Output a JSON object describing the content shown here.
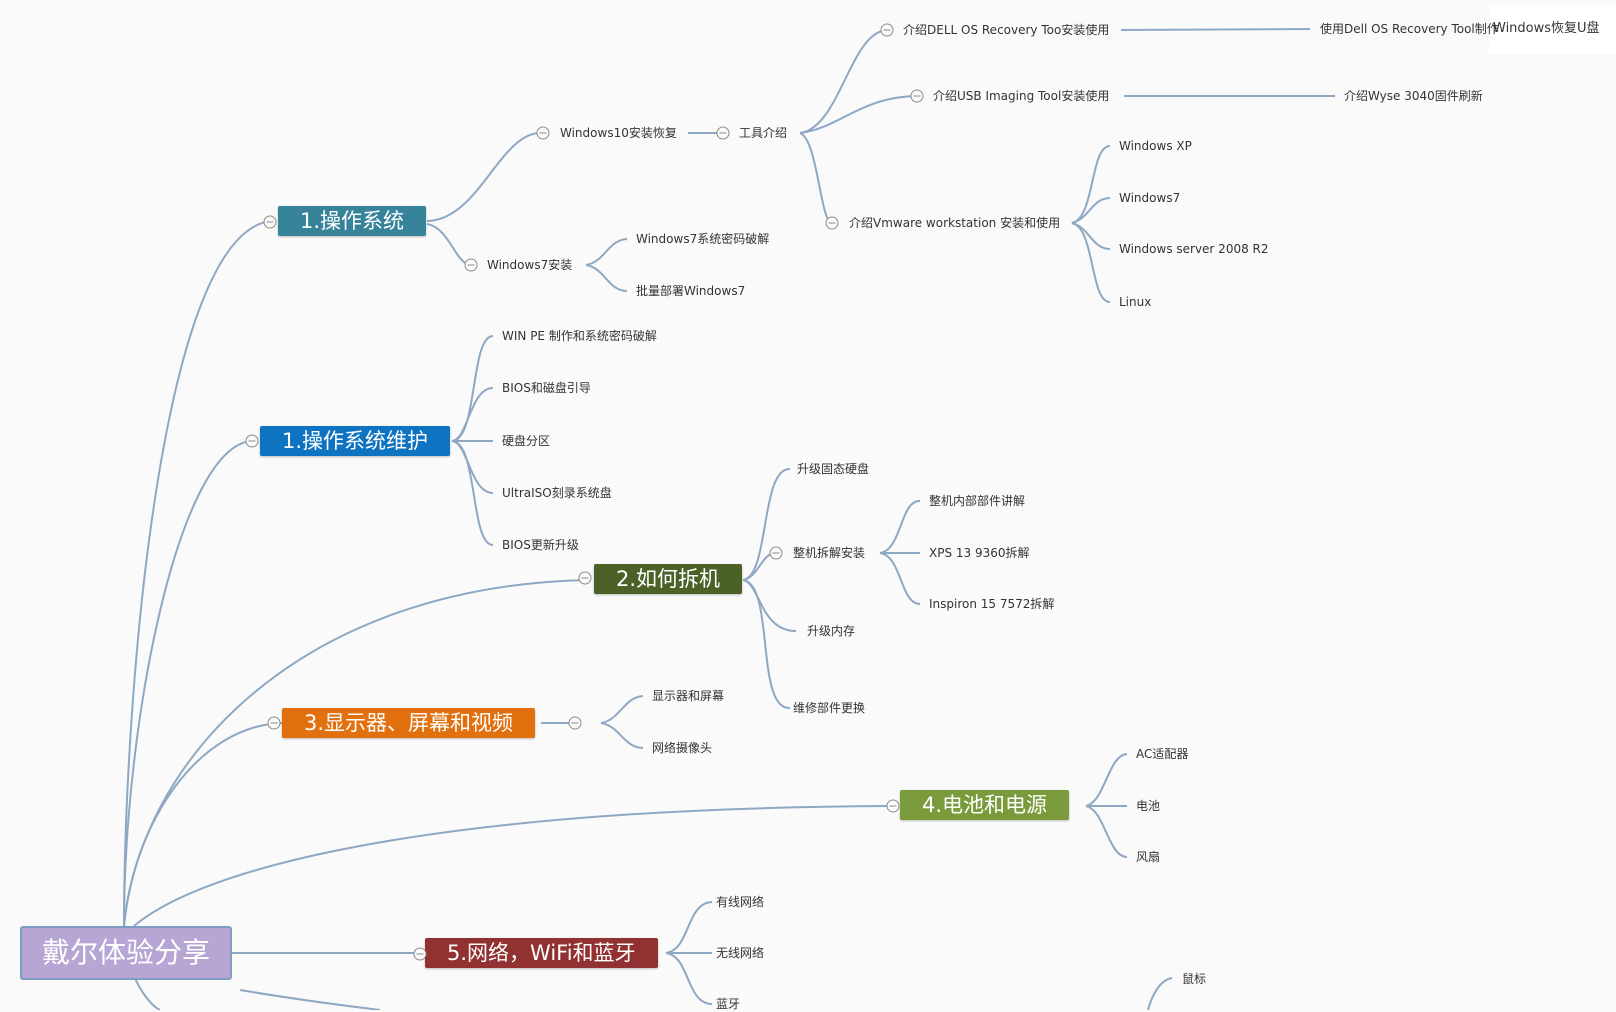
{
  "root": {
    "label": "戴尔体验分享"
  },
  "branches": {
    "os": {
      "label": "1.操作系统",
      "color": "#36839a",
      "win10": {
        "label": "Windows10安装恢复",
        "tools": {
          "label": "工具介绍",
          "dell_os": {
            "label": "介绍DELL OS Recovery Too安装使用",
            "child": "使用Dell OS Recovery Tool制作",
            "child_extra": "Windows恢复U盘"
          },
          "usb_imaging": {
            "label": "介绍USB Imaging Tool安装使用",
            "child": "介绍Wyse 3040固件刷新"
          },
          "vmware": {
            "label": "介绍Vmware workstation 安装和使用",
            "children": [
              "Windows XP",
              "Windows7",
              "Windows server 2008 R2",
              "Linux"
            ]
          }
        }
      },
      "win7": {
        "label": "Windows7安装",
        "children": [
          "Windows7系统密码破解",
          "批量部署Windows7"
        ]
      }
    },
    "os_maint": {
      "label": "1.操作系统维护",
      "color": "#0e73c0",
      "children": [
        "WIN PE 制作和系统密码破解",
        "BIOS和磁盘引导",
        "硬盘分区",
        "UltraISO刻录系统盘",
        "BIOS更新升级"
      ]
    },
    "disassembly": {
      "label": "2.如何拆机",
      "color": "#4c6128",
      "ssd": "升级固态硬盘",
      "full": {
        "label": "整机拆解安装",
        "children": [
          "整机内部部件讲解",
          "XPS 13 9360拆解",
          "Inspiron 15 7572拆解"
        ]
      },
      "ram": "升级内存",
      "parts": "维修部件更换"
    },
    "display": {
      "label": "3.显示器、屏幕和视频",
      "color": "#e2700f",
      "children": [
        "显示器和屏幕",
        "网络摄像头"
      ]
    },
    "power": {
      "label": "4.电池和电源",
      "color": "#7a9a3b",
      "children": [
        "AC适配器",
        "电池",
        "风扇"
      ]
    },
    "network": {
      "label": "5.网络，WiFi和蓝牙",
      "color": "#923131",
      "children": [
        "有线网络",
        "无线网络",
        "蓝牙"
      ]
    },
    "peripherals": {
      "children": [
        "鼠标"
      ]
    }
  },
  "colors": {
    "connector": "#8ea8c4",
    "toggle": "#8b8b8b",
    "text": "#333333"
  }
}
